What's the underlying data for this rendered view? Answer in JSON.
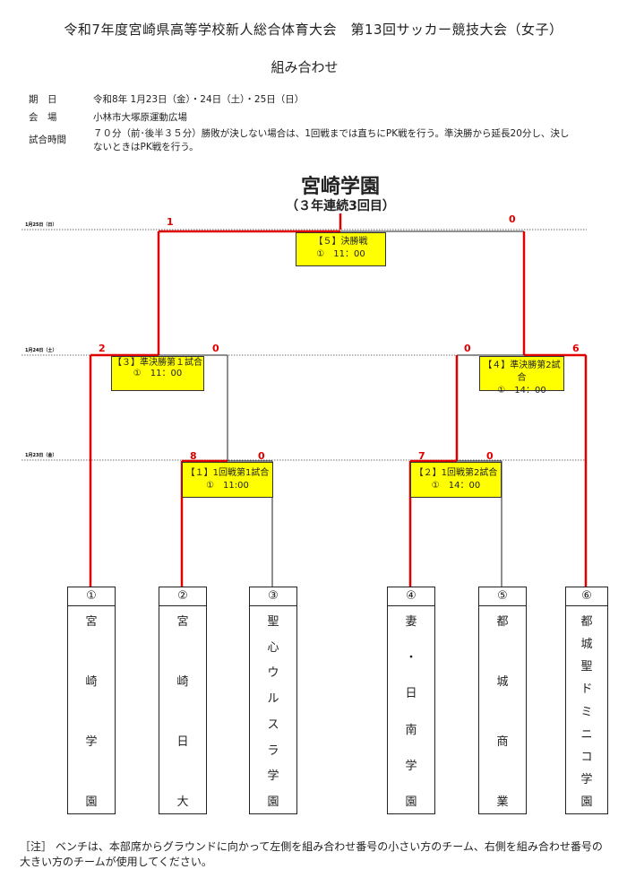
{
  "header": {
    "title": "令和7年度宮崎県高等学校新人総合体育大会　第13回サッカー競技大会（女子）",
    "subtitle": "組み合わせ"
  },
  "info": [
    {
      "label": "期　日",
      "value": "令和8年 1月23日（金）・24日（土）・25日（日）"
    },
    {
      "label": "会　場",
      "value": "小林市大塚原運動広場"
    },
    {
      "label": "試合時間",
      "value": "７０分（前･後半３５分）勝敗が決しない場合は、1回戦までは直ちにPK戦を行う。準決勝から延長20分し、決しないときはPK戦を行う。"
    }
  ],
  "champion": {
    "name": "宮崎学園",
    "note": "（３年連続3回目）"
  },
  "dates": {
    "final": "1月25日（日）",
    "semi": "1月24日（土）",
    "first": "1月23日（金）"
  },
  "matches": {
    "final": {
      "title": "【５】決勝戦",
      "time": "①　11：00",
      "score_left": "1",
      "score_right": "0"
    },
    "semi1": {
      "title": "【３】準決勝第１試合",
      "time": "①　11：00",
      "score_left": "2",
      "score_right": "0"
    },
    "semi2": {
      "title": "【４】準決勝第2試合",
      "time": "①　14：00",
      "score_left": "0",
      "score_right": "6"
    },
    "r1": {
      "title": "【１】1回戦第1試合",
      "time": "①　11:00",
      "score_left": "8",
      "score_right": "0"
    },
    "r2": {
      "title": "【２】1回戦第2試合",
      "time": "①　14：00",
      "score_left": "7",
      "score_right": "0"
    }
  },
  "teams": [
    {
      "num": "①",
      "chars": [
        "宮",
        "崎",
        "学",
        "園"
      ]
    },
    {
      "num": "②",
      "chars": [
        "宮",
        "崎",
        "日",
        "大"
      ]
    },
    {
      "num": "③",
      "chars": [
        "聖",
        "心",
        "ウ",
        "ル",
        "ス",
        "ラ",
        "学",
        "園"
      ]
    },
    {
      "num": "④",
      "chars": [
        "妻",
        "・",
        "日",
        "南",
        "学",
        "園"
      ]
    },
    {
      "num": "⑤",
      "chars": [
        "都",
        "城",
        "商",
        "業"
      ]
    },
    {
      "num": "⑥",
      "chars": [
        "都",
        "城",
        "聖",
        "ド",
        "ミ",
        "ニ",
        "コ",
        "学",
        "園"
      ]
    }
  ],
  "note": "［注］ ベンチは、本部席からグラウンドに向かって左側を組み合わせ番号の小さい方のチーム、右側を組み合わせ番号の大きい方のチームが使用してください。",
  "colors": {
    "win_line": "#e00000",
    "line": "#222222",
    "match_box": "#ffff00"
  }
}
